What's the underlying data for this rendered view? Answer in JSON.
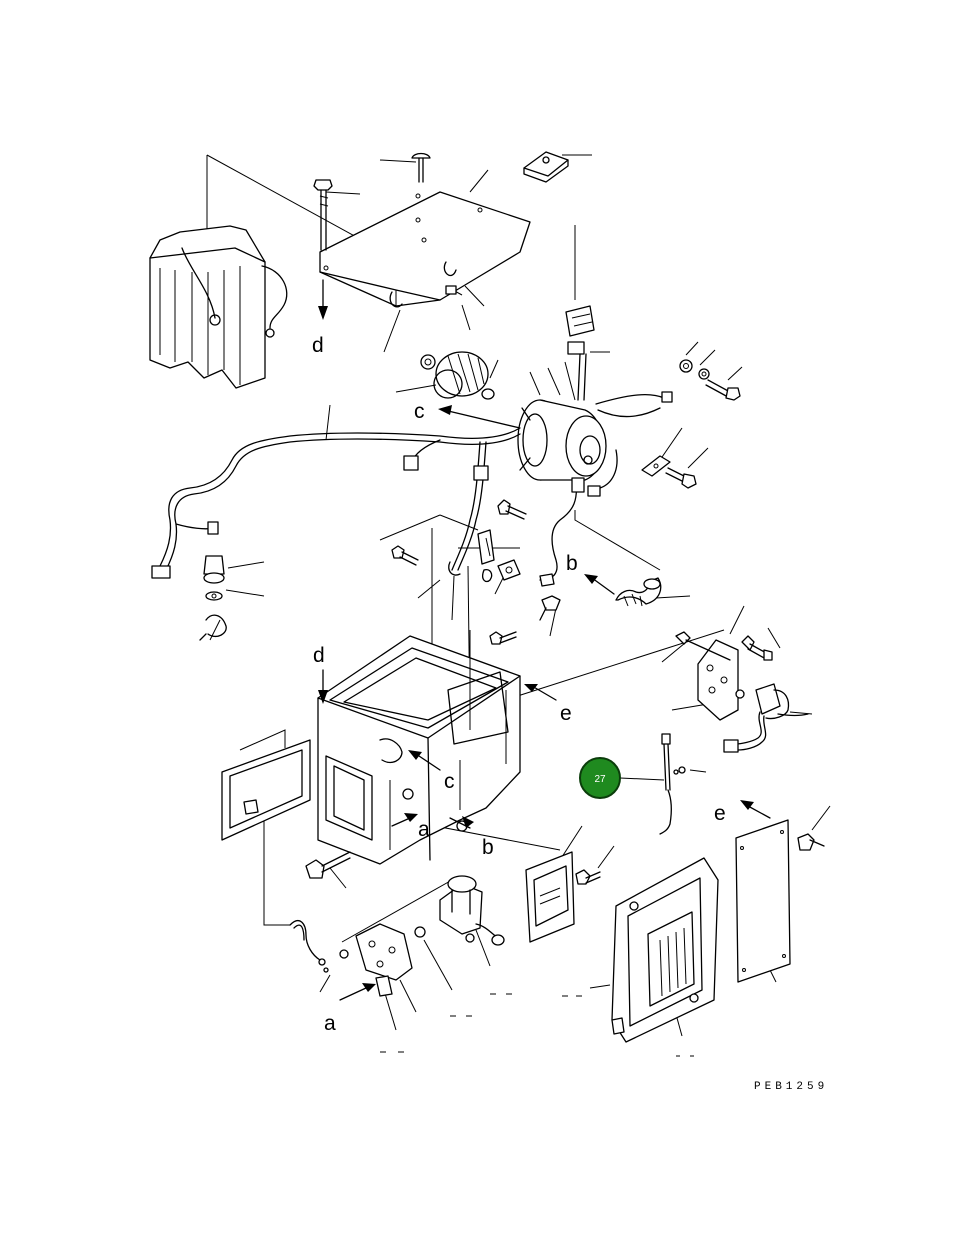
{
  "drawing_code": "PEB1259",
  "callout": {
    "number": "27",
    "fill": "#1f8a1f",
    "ring": "#0b3d0b"
  },
  "arrow_labels": {
    "a1": "a",
    "a2": "a",
    "b1": "b",
    "b2": "b",
    "c1": "c",
    "c2": "c",
    "d1": "d",
    "d2": "d",
    "e1": "e",
    "e2": "e"
  }
}
